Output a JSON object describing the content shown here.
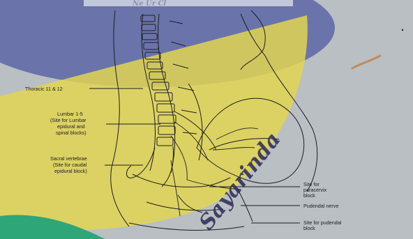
{
  "labels": {
    "thoracic": "Thoracic 11 & 12",
    "lumbar": [
      "Lumbar 1-5",
      "(Site for Lumbar",
      "epidural and",
      "spinal blocks)"
    ],
    "sacral": [
      "Sacral vertebrae",
      "(Site for caudal",
      "epidural block)"
    ],
    "paracervix": [
      "Site for",
      "paracervix",
      "block"
    ],
    "pudendal_nerve": "Pudendal nerve",
    "pudendal_block": [
      "Site for pudendal",
      "block"
    ]
  },
  "watermark": {
    "text": "Sayarinda",
    "top_fragment": "Ne Ur Cl"
  },
  "colors": {
    "background": "#b9bfc3",
    "blue_shape": "#5e6aa6",
    "yellow_shape": "#e2d552",
    "green_shape": "#2fa677",
    "ink": "#1c1c22",
    "orange_mark": "#c27a3a"
  }
}
